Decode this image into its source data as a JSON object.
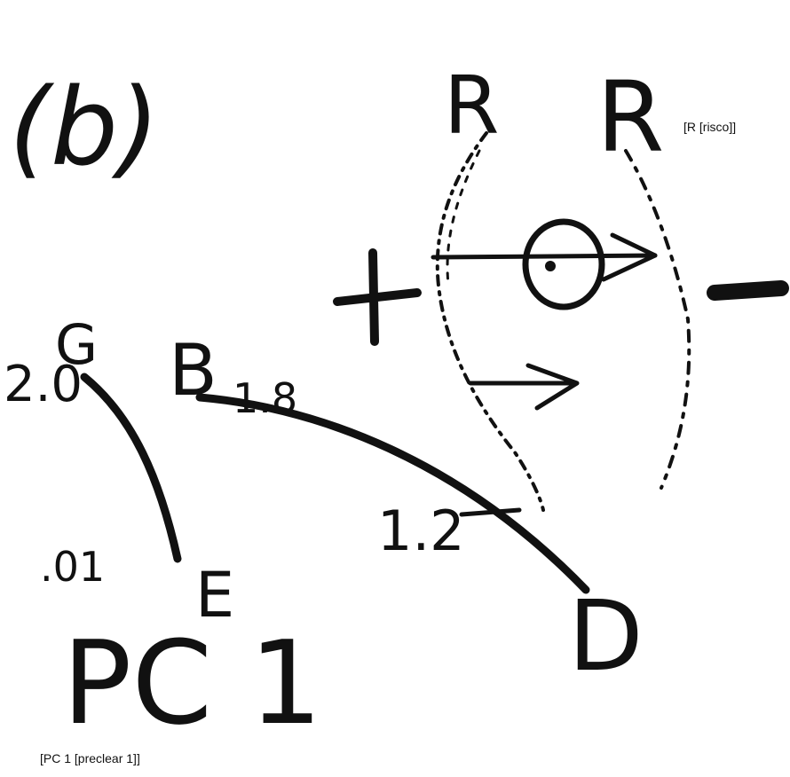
{
  "labels": {
    "panel": "(b)",
    "r_left": "R",
    "r_right": "R",
    "plus": "+",
    "minus": "—",
    "g": "G",
    "g_value": "2.0",
    "e": "E",
    "e_value": ".01",
    "b": "B",
    "b_value": "1.8",
    "d": "D",
    "d_value": "1.2",
    "pc": "PC 1"
  },
  "annotations": {
    "r_caption": "[R [risco]]",
    "pc_caption": "[PC 1 [preclear 1]]"
  },
  "colors": {
    "ink": "#111111",
    "background": "#ffffff"
  }
}
